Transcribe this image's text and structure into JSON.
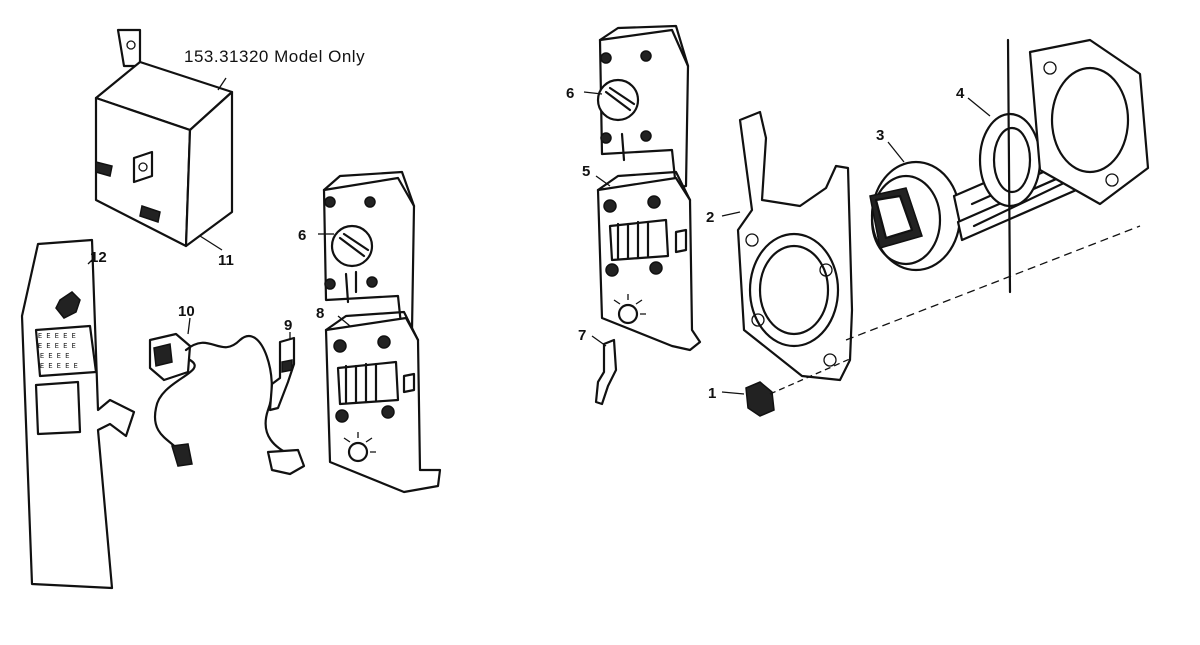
{
  "note": "153.31320 Model Only",
  "labels": {
    "p1": "1",
    "p2": "2",
    "p3": "3",
    "p4": "4",
    "p5": "5",
    "p6_right": "6",
    "p6_left": "6",
    "p7": "7",
    "p8": "8",
    "p9": "9",
    "p10": "10",
    "p11": "11",
    "p12": "12"
  }
}
